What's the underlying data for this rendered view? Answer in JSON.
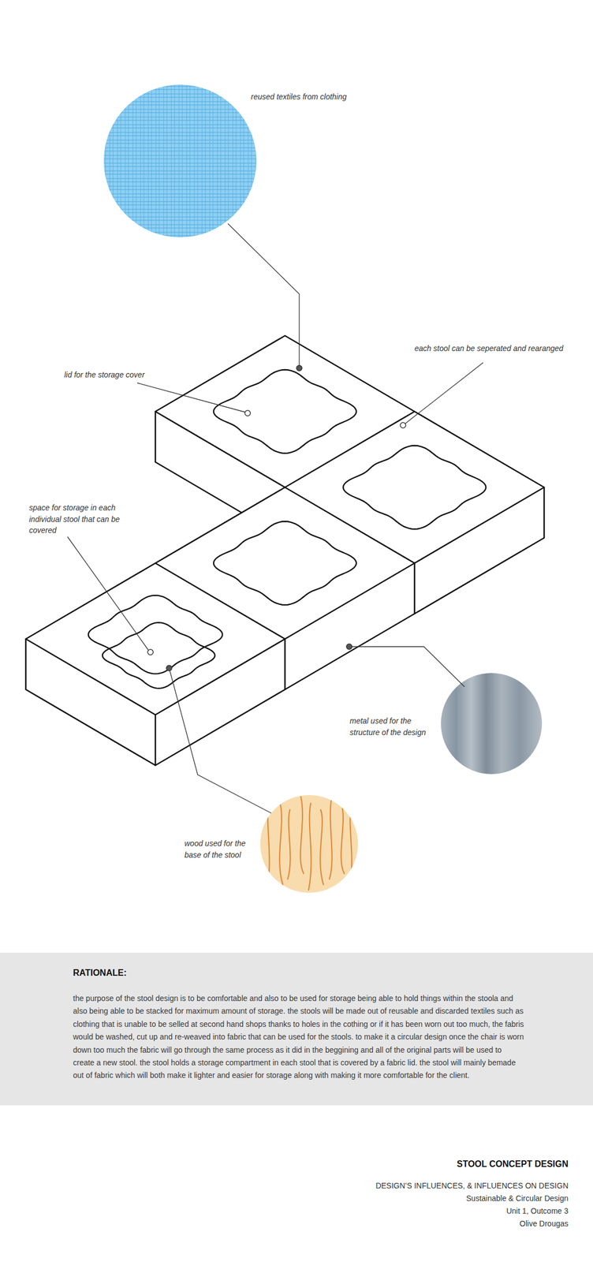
{
  "diagram": {
    "title": "STOOL CONCEPT DESIGN",
    "nodes": [
      {
        "text": [
          "RATIONALE:",
          "the purpose of the stool design is to be comfortable and also to be used for storage being able to hold things within the stoola and also being able to be stacked for maximum amount of storage. the stools will be made out of reusable and discarded textiles such as clothing that is unable to be selled at second hand shops thanks to holes in the cothing or if it has been worn out too much, the fabris would be washed, cut up and re-weaved into fabric that can be used for the stools. to make it a circular design once the chair is worn down too much the fabric will go through the same process as it did in the beggining and all of the original parts will be used to create a new stool. the stool holds a storage compartment in each stool that is covered by a fabric lid. the stool will mainly bemade out of fabric which will both make it lighter and easier for storage along with making it more comfortable for the client."
        ]
      }
    ],
    "labels": [
      "reused textiles from clothing",
      "each stool can be seperated and rearanged",
      "lid for the storage cover",
      "space for storage in each individual stool that can be covered",
      "metal used for the structure of the design",
      "wood used for the base of the stool",
      "DESIGN’S INFLUENCES, & INFLUENCES ON DESIGN",
      "Sustainable & Circular Design",
      "Unit 1, Outcome 3",
      "Olive Drougas"
    ]
  }
}
